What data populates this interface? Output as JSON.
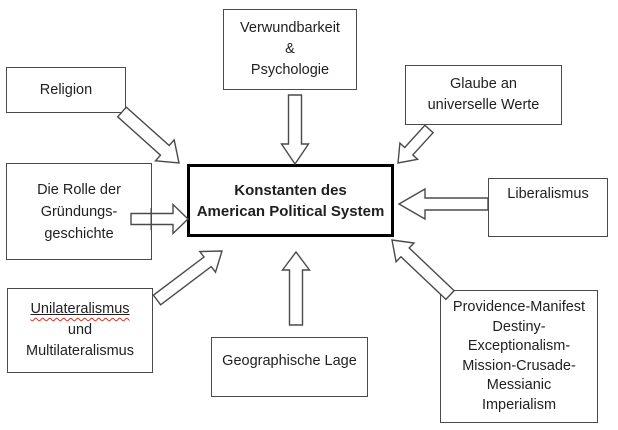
{
  "diagram": {
    "title": "Konstanten des American Political System",
    "center_node": {
      "id": "center",
      "lines": [
        "Konstanten des",
        "American Political System"
      ]
    },
    "nodes": [
      {
        "id": "religion",
        "lines": [
          "Religion"
        ]
      },
      {
        "id": "verwundbarkeit",
        "lines": [
          "Verwundbarkeit",
          "&",
          "Psychologie"
        ]
      },
      {
        "id": "glaube",
        "lines": [
          "Glaube an",
          "universelle Werte"
        ]
      },
      {
        "id": "rolle",
        "lines": [
          "Die Rolle der",
          "Gründungs-",
          "geschichte"
        ]
      },
      {
        "id": "liberalismus",
        "lines": [
          "Liberalismus"
        ]
      },
      {
        "id": "unilateralismus",
        "lines": [
          "Unilateralismus",
          "und",
          "Multilateralismus"
        ],
        "decorations": {
          "line_0": [
            "solid-underline",
            "red-spellcheck-squiggle"
          ]
        }
      },
      {
        "id": "geographische",
        "lines": [
          "Geographische Lage"
        ]
      },
      {
        "id": "providence",
        "lines": [
          "Providence-Manifest",
          "Destiny-",
          "Exceptionalism-",
          "Mission-Crusade-",
          "Messianic",
          "Imperialism"
        ]
      }
    ],
    "edges": [
      {
        "from": "religion",
        "to": "center"
      },
      {
        "from": "verwundbarkeit",
        "to": "center"
      },
      {
        "from": "glaube",
        "to": "center"
      },
      {
        "from": "rolle",
        "to": "center"
      },
      {
        "from": "liberalismus",
        "to": "center"
      },
      {
        "from": "unilateralismus",
        "to": "center"
      },
      {
        "from": "geographische",
        "to": "center"
      },
      {
        "from": "providence",
        "to": "center"
      }
    ]
  },
  "colors": {
    "background": "#ffffff",
    "box_border": "#4a4a4a",
    "center_box_border": "#000000",
    "text": "#1f1f1f",
    "arrow_fill": "#ffffff",
    "arrow_stroke": "#4a4a4a",
    "spellcheck_red": "#dd2f1d"
  }
}
